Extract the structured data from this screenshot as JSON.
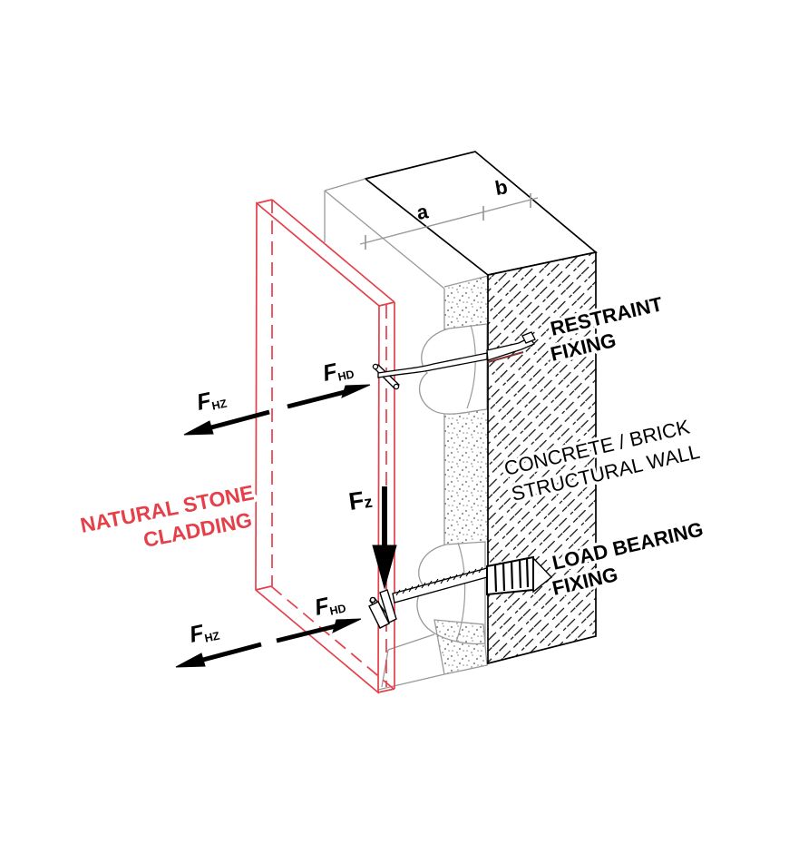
{
  "labels": {
    "restraint": {
      "line1": "RESTRAINT",
      "line2": "FIXING"
    },
    "wall": {
      "line1": "CONCRETE / BRICK",
      "line2": "STRUCTURAL WALL"
    },
    "load_bearing": {
      "line1": "LOAD BEARING",
      "line2": "FIXING"
    },
    "cladding": {
      "line1": "NATURAL STONE",
      "line2": "CLADDING"
    },
    "dim_a": "a",
    "dim_b": "b"
  },
  "forces": {
    "fhz": {
      "symbol": "F",
      "subscript": "HZ"
    },
    "fhd": {
      "symbol": "F",
      "subscript": "HD"
    },
    "fz": {
      "symbol": "F",
      "subscript": "z"
    }
  },
  "colors": {
    "cladding_red": "#e5404a",
    "construction_gray": "#999999",
    "line_black": "#000000",
    "anchor_maroon": "#7b3336"
  }
}
